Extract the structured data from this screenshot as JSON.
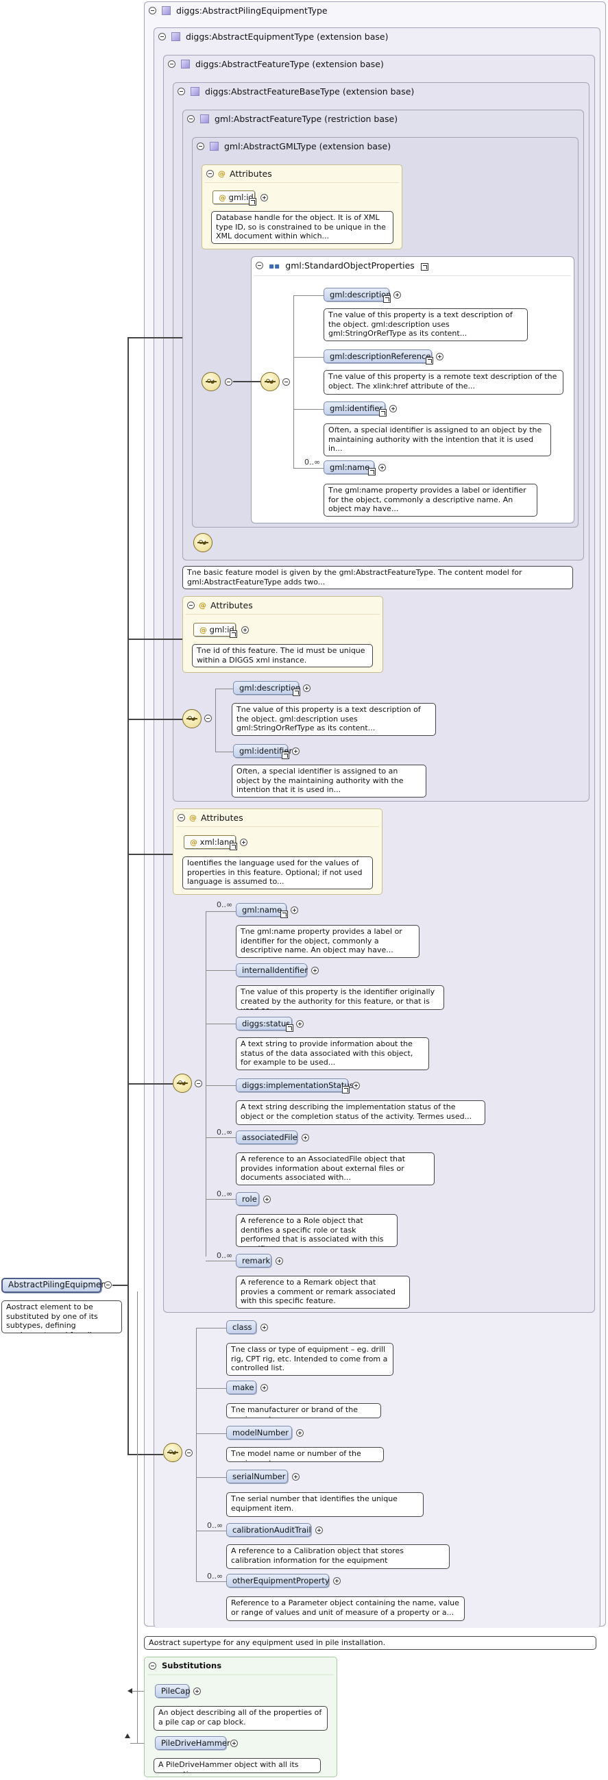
{
  "frames": {
    "apile": "diggs:AbstractPilingEquipmentType",
    "aequip": "diggs:AbstractEquipmentType (extension base)",
    "afeat": "diggs:AbstractFeatureType (extension base)",
    "afbase": "diggs:AbstractFeatureBaseType (extension base)",
    "gmlfeat": "gml:AbstractFeatureType (restriction base)",
    "gmlgml": "gml:AbstractGMLType (extension base)",
    "stdprops": "gml:StandardObjectProperties"
  },
  "attributes_label": "Attributes",
  "substitutions_label": "Substitutions",
  "gml_attrs": {
    "id_name": "gml:id",
    "id_doc": "Database handle for the object. It is of XML type ID, so is constrained to be unique in the XML document within which..."
  },
  "std": {
    "description": {
      "name": "gml:description",
      "doc": "The value of this property is a text description of the object. gml:description uses gml:StringOrRefType as its content..."
    },
    "descriptionReference": {
      "name": "gml:descriptionReference",
      "doc": "The value of this property is a remote text description of the object. The xlink:href attribute of the..."
    },
    "identifier": {
      "name": "gml:identifier",
      "doc": "Often, a special identifier is assigned to an object by the maintaining authority with the intention that it is used in..."
    },
    "name": {
      "name": "gml:name",
      "card": "0..∞",
      "doc": "The gml:name property provides a label or identifier for the object, commonly a descriptive name. An object may have..."
    }
  },
  "gmlfeat_doc": "The basic feature model is given by the gml:AbstractFeatureType. The content model for gml:AbstractFeatureType adds two...",
  "afbase": {
    "id_name": "gml:id",
    "id_doc": "The id of this feature. The id must be unique within a DIGGS xml instance.",
    "description": {
      "name": "gml:description",
      "doc": "The value of this property is a text description of the object. gml:description uses gml:StringOrRefType as its content..."
    },
    "identifier": {
      "name": "gml:identifier",
      "doc": "Often, a special identifier is assigned to an object by the maintaining authority with the intention that it is used in..."
    }
  },
  "afeat": {
    "lang_name": "xml:lang",
    "lang_doc": "Identifies the language used for the values of properties in this feature. Optional; if not used language is assumed to...",
    "name": {
      "name": "gml:name",
      "card": "0..∞",
      "doc": "The gml:name property provides a label or identifier for the object, commonly a descriptive name. An object may have..."
    },
    "internalIdentifier": {
      "name": "internalIdentifier",
      "doc": "The value of this property is the identifier originally created by the authority for this feature, or that is used as..."
    },
    "status": {
      "name": "diggs:status",
      "doc": "A text string to provide information about the status of the data associated with this object, for example to be used..."
    },
    "implementationStatus": {
      "name": "diggs:implementationStatus",
      "doc": "A text string describing the implementation status of the object or the completion status of the activity. Termes used..."
    },
    "associatedFile": {
      "name": "associatedFile",
      "card": "0..∞",
      "doc": "A reference to an AssociatedFile object that provides information about external files or documents associated with..."
    },
    "role": {
      "name": "role",
      "card": "0..∞",
      "doc": "A reference to a Role object that dentifies a specific role or task performed that is associated with this specific..."
    },
    "remark": {
      "name": "remark",
      "card": "0..∞",
      "doc": "A reference to a Remark object that provies a comment or remark associated with this specific feature."
    }
  },
  "aequip": {
    "class": {
      "name": "class",
      "doc": "The class or type of equipment – eg. drill rig, CPT rig, etc. Intended to come from a controlled list."
    },
    "make": {
      "name": "make",
      "doc": "The manufacturer or brand of the equipment"
    },
    "modelNumber": {
      "name": "modelNumber",
      "doc": "The model name or number of the equipment"
    },
    "serialNumber": {
      "name": "serialNumber",
      "doc": "The serial number that identifies the unique equipment item."
    },
    "calibrationAuditTrail": {
      "name": "calibrationAuditTrail",
      "card": "0..∞",
      "doc": "A reference to a Calibration object that stores calibration information for the equipment"
    },
    "otherEquipmentProperty": {
      "name": "otherEquipmentProperty",
      "card": "0..∞",
      "doc": "Reference to a Parameter object containing the name, value or range of values and unit of measure of a property or a..."
    }
  },
  "apile_doc": "Abstract supertype for any equipment used in pile installation.",
  "root": {
    "name": "AbstractPilingEquipment",
    "doc": "Abstract element to be substituted by one of its subtypes, defining equipment used for pile driving."
  },
  "subs": {
    "pilecap": {
      "name": "PileCap",
      "doc": "An object describing all of the properties of a pile cap or cap block."
    },
    "piledrive": {
      "name": "PileDriveHammer",
      "doc": "A PileDriveHammer object with all its properties."
    }
  }
}
